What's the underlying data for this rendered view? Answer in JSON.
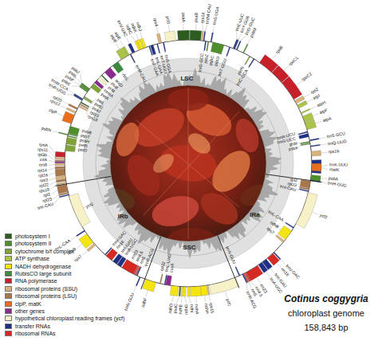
{
  "diagram": {
    "title": "Cotinus coggygria",
    "labels": [
      "trnH-GUG",
      "psbA",
      "trnK-UUU",
      "matK",
      "rps16",
      "trnQ-UUG",
      "psbK",
      "psbI",
      "trnS-GCU",
      "trnG-UCC",
      "trnR-UCU",
      "atpA",
      "atpF",
      "atpH",
      "atpI",
      "rps2",
      "rpoC2",
      "rpoC1",
      "rpoB",
      "trnC-GCA",
      "petN",
      "psbM",
      "trnD-GUC",
      "trnY-GUA",
      "trnE-UUC",
      "trnT-GGU",
      "psbD",
      "psbC",
      "trnS-UGA",
      "psbZ",
      "trnG-GCC",
      "trnfM-CAU",
      "rps14",
      "psaB",
      "psaA",
      "ycf3",
      "trnS-GGA",
      "rps4",
      "trnT-UGU",
      "trnL-UAA",
      "trnF-GAA",
      "ndhJ",
      "ndhK",
      "ndhC",
      "trnV-UAC",
      "trnM-CAU",
      "atpE",
      "atpB",
      "rbcL",
      "accD",
      "psaI",
      "ycf4",
      "cemA",
      "petA",
      "psbJ",
      "psbL",
      "psbF",
      "psbE",
      "petL",
      "petG",
      "trnW-CCA",
      "trnP-UGG",
      "psaJ",
      "rpl33",
      "rps18",
      "rpl20",
      "rps12",
      "clpP",
      "psbB",
      "psbT",
      "psbN",
      "psbH",
      "petB",
      "petD",
      "rpoA",
      "rps11",
      "rpl36",
      "infA",
      "rps8",
      "rpl14",
      "rpl16",
      "rps3",
      "rpl22",
      "rps19",
      "rpl2",
      "rpl23",
      "trnI-CAU",
      "ycf2",
      "trnL-CAA",
      "ndhB",
      "rps7",
      "trnV-GAC",
      "rrn16",
      "trnI-GAU",
      "trnA-UGC",
      "rrn23",
      "rrn4.5",
      "rrn5",
      "trnR-ACG",
      "trnN-GUU",
      "ndhF",
      "rpl32",
      "trnL-UAG",
      "ccsA",
      "ndhD",
      "psaC",
      "ndhE",
      "ndhG",
      "ndhI",
      "ndhA",
      "ndhH",
      "rps15",
      "ycf1",
      "trnN-GUU",
      "trnR-ACG",
      "rrn5",
      "rrn4.5",
      "rrn23",
      "trnA-UGC",
      "trnI-GAU",
      "rrn16",
      "trnV-GAC",
      "rps7",
      "ndhB",
      "trnL-CAA",
      "ycf2",
      "trnI-CAU",
      "rpl23",
      "rpl2",
      "LSC",
      "IRb",
      "SSC",
      "IRa",
      "chloroplast genome",
      "158,843 bp"
    ],
    "legend": [
      {
        "text": "photosystem I",
        "color": "#2b5c1e"
      },
      {
        "text": "photosystem II",
        "color": "#4f8f2b"
      },
      {
        "text": "cytochrome b/f complex",
        "color": "#7fa336"
      },
      {
        "text": "ATP synthase",
        "color": "#a9c447"
      },
      {
        "text": "NADH dehydrogenase",
        "color": "#f4e411"
      },
      {
        "text": "RubisCO large subunit",
        "color": "#3b8a3e"
      },
      {
        "text": "RNA polymerase",
        "color": "#c8202a"
      },
      {
        "text": "ribosomal proteins (SSU)",
        "color": "#d8b27c"
      },
      {
        "text": "ribosomal proteins (LSU)",
        "color": "#a9774a"
      },
      {
        "text": "clpP, matK",
        "color": "#ea6f1c"
      },
      {
        "text": "other genes",
        "color": "#8a2b8f"
      },
      {
        "text": "hypothetical chloroplast reading frames (ycf)",
        "color": "#f7f1c8"
      },
      {
        "text": "transfer RNAs",
        "color": "#1e2f86"
      },
      {
        "text": "ribosomal RNAs",
        "color": "#d42a23"
      }
    ]
  }
}
